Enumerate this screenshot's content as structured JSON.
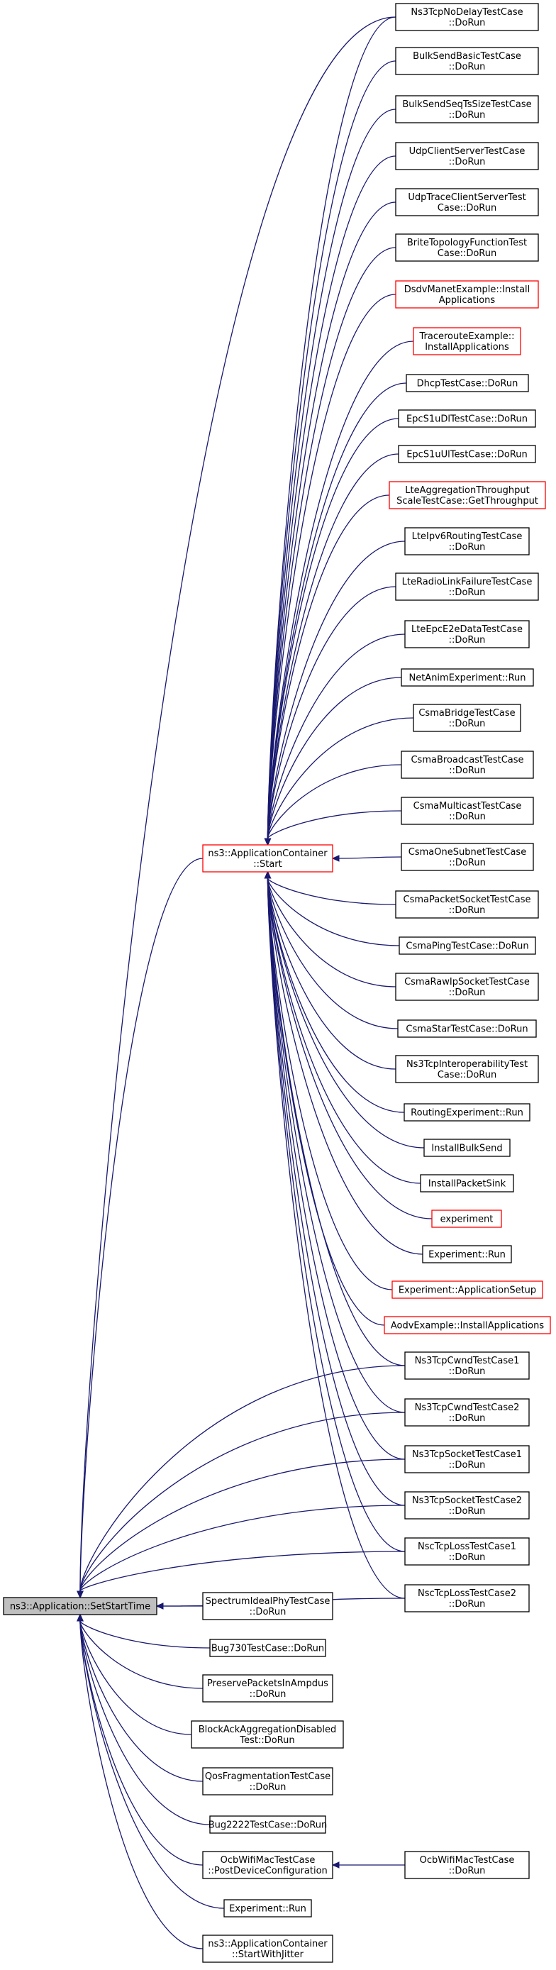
{
  "title": "ns3::Application::SetStartTime",
  "colors": {
    "edge": "#191970",
    "node_border": "#000000",
    "node_border_external": "#ff0000",
    "root_fill": "#bfbfbf"
  },
  "nodes": [
    {
      "id": "root",
      "lines": [
        "ns3::Application::SetStartTime"
      ],
      "style": "root"
    },
    {
      "id": "appcontainer_start",
      "lines": [
        "ns3::ApplicationContainer",
        "::Start"
      ],
      "style": "red"
    },
    {
      "id": "n01",
      "lines": [
        "Ns3TcpNoDelayTestCase",
        "::DoRun"
      ],
      "style": "normal"
    },
    {
      "id": "n02",
      "lines": [
        "BulkSendBasicTestCase",
        "::DoRun"
      ],
      "style": "normal"
    },
    {
      "id": "n03",
      "lines": [
        "BulkSendSeqTsSizeTestCase",
        "::DoRun"
      ],
      "style": "normal"
    },
    {
      "id": "n04",
      "lines": [
        "UdpClientServerTestCase",
        "::DoRun"
      ],
      "style": "normal"
    },
    {
      "id": "n05",
      "lines": [
        "UdpTraceClientServerTest",
        "Case::DoRun"
      ],
      "style": "normal"
    },
    {
      "id": "n06",
      "lines": [
        "BriteTopologyFunctionTest",
        "Case::DoRun"
      ],
      "style": "normal"
    },
    {
      "id": "n07",
      "lines": [
        "DsdvManetExample::Install",
        "Applications"
      ],
      "style": "red"
    },
    {
      "id": "n08",
      "lines": [
        "TracerouteExample::",
        "InstallApplications"
      ],
      "style": "red"
    },
    {
      "id": "n09",
      "lines": [
        "DhcpTestCase::DoRun"
      ],
      "style": "normal"
    },
    {
      "id": "n10",
      "lines": [
        "EpcS1uDlTestCase::DoRun"
      ],
      "style": "normal"
    },
    {
      "id": "n11",
      "lines": [
        "EpcS1uUlTestCase::DoRun"
      ],
      "style": "normal"
    },
    {
      "id": "n12",
      "lines": [
        "LteAggregationThroughput",
        "ScaleTestCase::GetThroughput"
      ],
      "style": "red"
    },
    {
      "id": "n13",
      "lines": [
        "LteIpv6RoutingTestCase",
        "::DoRun"
      ],
      "style": "normal"
    },
    {
      "id": "n14",
      "lines": [
        "LteRadioLinkFailureTestCase",
        "::DoRun"
      ],
      "style": "normal"
    },
    {
      "id": "n15",
      "lines": [
        "LteEpcE2eDataTestCase",
        "::DoRun"
      ],
      "style": "normal"
    },
    {
      "id": "n16",
      "lines": [
        "NetAnimExperiment::Run"
      ],
      "style": "normal"
    },
    {
      "id": "n17",
      "lines": [
        "CsmaBridgeTestCase",
        "::DoRun"
      ],
      "style": "normal"
    },
    {
      "id": "n18",
      "lines": [
        "CsmaBroadcastTestCase",
        "::DoRun"
      ],
      "style": "normal"
    },
    {
      "id": "n19",
      "lines": [
        "CsmaMulticastTestCase",
        "::DoRun"
      ],
      "style": "normal"
    },
    {
      "id": "n20",
      "lines": [
        "CsmaOneSubnetTestCase",
        "::DoRun"
      ],
      "style": "normal"
    },
    {
      "id": "n21",
      "lines": [
        "CsmaPacketSocketTestCase",
        "::DoRun"
      ],
      "style": "normal"
    },
    {
      "id": "n22",
      "lines": [
        "CsmaPingTestCase::DoRun"
      ],
      "style": "normal"
    },
    {
      "id": "n23",
      "lines": [
        "CsmaRawIpSocketTestCase",
        "::DoRun"
      ],
      "style": "normal"
    },
    {
      "id": "n24",
      "lines": [
        "CsmaStarTestCase::DoRun"
      ],
      "style": "normal"
    },
    {
      "id": "n25",
      "lines": [
        "Ns3TcpInteroperabilityTest",
        "Case::DoRun"
      ],
      "style": "normal"
    },
    {
      "id": "n26",
      "lines": [
        "RoutingExperiment::Run"
      ],
      "style": "normal"
    },
    {
      "id": "n27",
      "lines": [
        "InstallBulkSend"
      ],
      "style": "normal"
    },
    {
      "id": "n28",
      "lines": [
        "InstallPacketSink"
      ],
      "style": "normal"
    },
    {
      "id": "n29",
      "lines": [
        "experiment"
      ],
      "style": "red"
    },
    {
      "id": "n30",
      "lines": [
        "Experiment::Run"
      ],
      "style": "normal"
    },
    {
      "id": "n31",
      "lines": [
        "Experiment::ApplicationSetup"
      ],
      "style": "red"
    },
    {
      "id": "n32",
      "lines": [
        "AodvExample::InstallApplications"
      ],
      "style": "red"
    },
    {
      "id": "n33",
      "lines": [
        "Ns3TcpCwndTestCase1",
        "::DoRun"
      ],
      "style": "normal"
    },
    {
      "id": "n34",
      "lines": [
        "Ns3TcpCwndTestCase2",
        "::DoRun"
      ],
      "style": "normal"
    },
    {
      "id": "n35",
      "lines": [
        "Ns3TcpSocketTestCase1",
        "::DoRun"
      ],
      "style": "normal"
    },
    {
      "id": "n36",
      "lines": [
        "Ns3TcpSocketTestCase2",
        "::DoRun"
      ],
      "style": "normal"
    },
    {
      "id": "n37",
      "lines": [
        "NscTcpLossTestCase1",
        "::DoRun"
      ],
      "style": "normal"
    },
    {
      "id": "n38",
      "lines": [
        "NscTcpLossTestCase2",
        "::DoRun"
      ],
      "style": "normal"
    },
    {
      "id": "m01",
      "lines": [
        "SpectrumIdealPhyTestCase",
        "::DoRun"
      ],
      "style": "normal"
    },
    {
      "id": "m02",
      "lines": [
        "Bug730TestCase::DoRun"
      ],
      "style": "normal"
    },
    {
      "id": "m03",
      "lines": [
        "PreservePacketsInAmpdus",
        "::DoRun"
      ],
      "style": "normal"
    },
    {
      "id": "m04",
      "lines": [
        "BlockAckAggregationDisabled",
        "Test::DoRun"
      ],
      "style": "normal"
    },
    {
      "id": "m05",
      "lines": [
        "QosFragmentationTestCase",
        "::DoRun"
      ],
      "style": "normal"
    },
    {
      "id": "m06",
      "lines": [
        "Bug2222TestCase::DoRun"
      ],
      "style": "normal"
    },
    {
      "id": "m07",
      "lines": [
        "OcbWifiMacTestCase",
        "::PostDeviceConfiguration"
      ],
      "style": "normal"
    },
    {
      "id": "m08",
      "lines": [
        "Experiment::Run"
      ],
      "style": "normal"
    },
    {
      "id": "m09",
      "lines": [
        "ns3::ApplicationContainer",
        "::StartWithJitter"
      ],
      "style": "normal"
    },
    {
      "id": "o01",
      "lines": [
        "OcbWifiMacTestCase",
        "::DoRun"
      ],
      "style": "normal"
    }
  ],
  "edges": [
    [
      "appcontainer_start",
      "root"
    ],
    [
      "n01",
      "root"
    ],
    [
      "n33",
      "root"
    ],
    [
      "n34",
      "root"
    ],
    [
      "n35",
      "root"
    ],
    [
      "n36",
      "root"
    ],
    [
      "n37",
      "root"
    ],
    [
      "n38",
      "root"
    ],
    [
      "m01",
      "root"
    ],
    [
      "m02",
      "root"
    ],
    [
      "m03",
      "root"
    ],
    [
      "m04",
      "root"
    ],
    [
      "m05",
      "root"
    ],
    [
      "m06",
      "root"
    ],
    [
      "m07",
      "root"
    ],
    [
      "m08",
      "root"
    ],
    [
      "m09",
      "root"
    ],
    [
      "n01",
      "appcontainer_start"
    ],
    [
      "n02",
      "appcontainer_start"
    ],
    [
      "n03",
      "appcontainer_start"
    ],
    [
      "n04",
      "appcontainer_start"
    ],
    [
      "n05",
      "appcontainer_start"
    ],
    [
      "n06",
      "appcontainer_start"
    ],
    [
      "n07",
      "appcontainer_start"
    ],
    [
      "n08",
      "appcontainer_start"
    ],
    [
      "n09",
      "appcontainer_start"
    ],
    [
      "n10",
      "appcontainer_start"
    ],
    [
      "n11",
      "appcontainer_start"
    ],
    [
      "n12",
      "appcontainer_start"
    ],
    [
      "n13",
      "appcontainer_start"
    ],
    [
      "n14",
      "appcontainer_start"
    ],
    [
      "n15",
      "appcontainer_start"
    ],
    [
      "n16",
      "appcontainer_start"
    ],
    [
      "n17",
      "appcontainer_start"
    ],
    [
      "n18",
      "appcontainer_start"
    ],
    [
      "n19",
      "appcontainer_start"
    ],
    [
      "n20",
      "appcontainer_start"
    ],
    [
      "n21",
      "appcontainer_start"
    ],
    [
      "n22",
      "appcontainer_start"
    ],
    [
      "n23",
      "appcontainer_start"
    ],
    [
      "n24",
      "appcontainer_start"
    ],
    [
      "n25",
      "appcontainer_start"
    ],
    [
      "n26",
      "appcontainer_start"
    ],
    [
      "n27",
      "appcontainer_start"
    ],
    [
      "n28",
      "appcontainer_start"
    ],
    [
      "n29",
      "appcontainer_start"
    ],
    [
      "n30",
      "appcontainer_start"
    ],
    [
      "n31",
      "appcontainer_start"
    ],
    [
      "n32",
      "appcontainer_start"
    ],
    [
      "n33",
      "appcontainer_start"
    ],
    [
      "n34",
      "appcontainer_start"
    ],
    [
      "n35",
      "appcontainer_start"
    ],
    [
      "n36",
      "appcontainer_start"
    ],
    [
      "n37",
      "appcontainer_start"
    ],
    [
      "n38",
      "appcontainer_start"
    ],
    [
      "o01",
      "m07"
    ]
  ]
}
